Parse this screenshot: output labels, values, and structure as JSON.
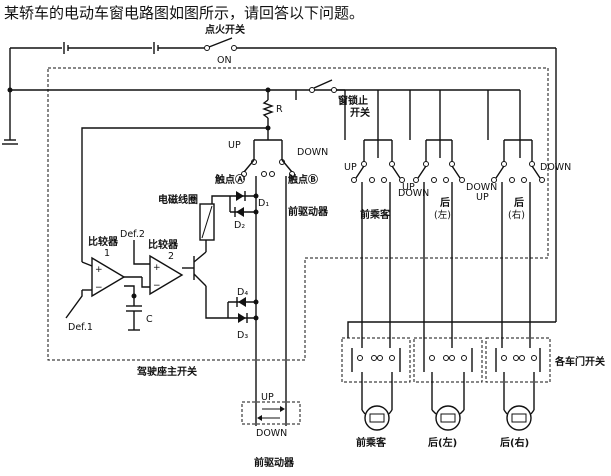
{
  "question_text": "某轿车的电动车窗电路图如图所示，请回答以下问题。",
  "labels": {
    "ignition_switch": "点火开关",
    "on": "ON",
    "window_lock_switch_a": "窗锁止",
    "window_lock_switch_b": "开关",
    "resistor": "R",
    "up": "UP",
    "down": "DOWN",
    "contact_a": "触点Ⓐ",
    "contact_b": "触点Ⓑ",
    "solenoid_coil": "电磁线圈",
    "d1": "D₁",
    "d2": "D₂",
    "d3": "D₃",
    "d4": "D₄",
    "front_drive_motor": "前驱动器",
    "front_passenger": "前乘客",
    "rear_left_a": "后",
    "rear_left_b": "(左)",
    "rear_right_a": "后",
    "rear_right_b": "(右)",
    "def2": "Def.2",
    "def1": "Def.1",
    "comparator1_a": "比较器",
    "comparator1_b": "1",
    "comparator2_a": "比较器",
    "comparator2_b": "2",
    "capacitor": "C",
    "driver_master_switch": "驾驶座主开关",
    "door_switches": "各车门开关",
    "motor_up": "UP",
    "motor_down": "DOWN",
    "motor_front_drive": "前驱动器",
    "motor_front_passenger": "前乘客",
    "motor_rear_left": "后(左)",
    "motor_rear_right": "后(右)"
  }
}
